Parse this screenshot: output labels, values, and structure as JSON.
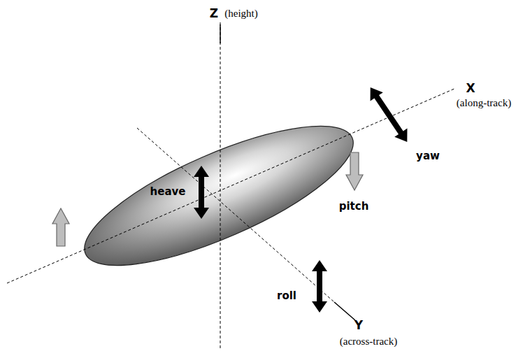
{
  "diagram": {
    "labels": [
      "Z",
      "(height)",
      "X",
      "(along-track)",
      "Y",
      "(across-track)",
      "heave",
      "pitch",
      "yaw",
      "roll"
    ]
  }
}
